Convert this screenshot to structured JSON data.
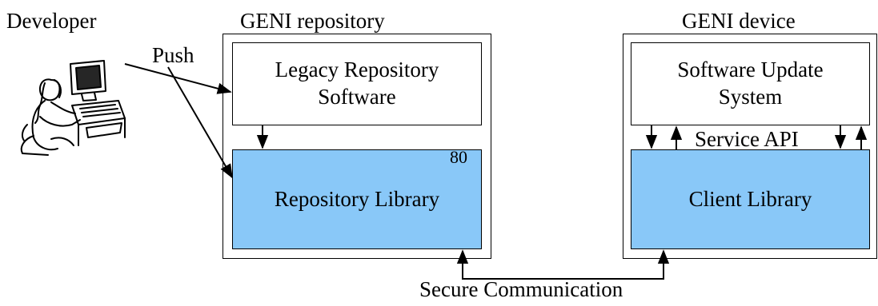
{
  "labels": {
    "developer": "Developer",
    "push": "Push",
    "repository_title": "GENI repository",
    "device_title": "GENI device",
    "secure_communication": "Secure Communication",
    "service_api": "Service API"
  },
  "repository": {
    "legacy_line1": "Legacy Repository",
    "legacy_line2": "Software",
    "library": "Repository Library",
    "page_number": "80"
  },
  "device": {
    "update_line1": "Software Update",
    "update_line2": "System",
    "library": "Client Library"
  },
  "colors": {
    "library_fill": "#89c8f8",
    "stroke": "#000000"
  },
  "icons": {
    "developer": "developer-at-computer-icon"
  }
}
